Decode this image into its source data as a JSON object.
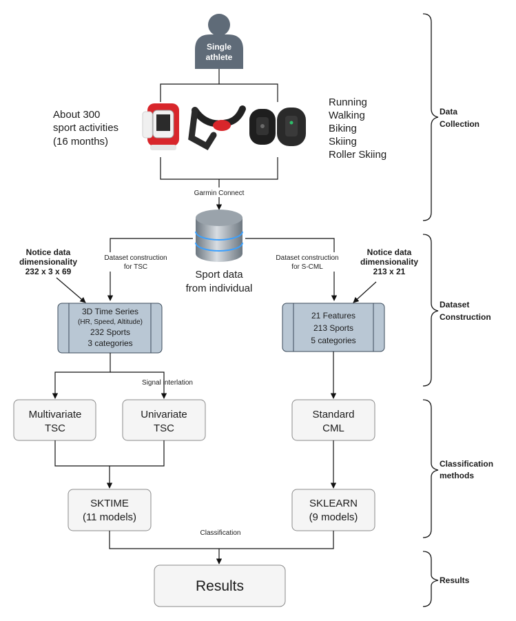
{
  "athlete": {
    "line1": "Single",
    "line2": "athlete"
  },
  "activities_note": [
    "About 300",
    "sport activities",
    "(16 months)"
  ],
  "sports_list": [
    "Running",
    "Walking",
    "Biking",
    "Skiing",
    "Roller Skiing"
  ],
  "garmin_label": "Garmin Connect",
  "database_label": [
    "Sport data",
    "from individual"
  ],
  "left_branch": {
    "construction_label": [
      "Dataset construction",
      "for TSC"
    ],
    "notice": [
      "Notice data",
      "dimensionality",
      "232 x 3 x 69"
    ],
    "dataset_box": [
      "3D Time Series",
      "(HR, Speed, Altitude)",
      "232 Sports",
      "3 categories"
    ],
    "interlation_label": "Signal interlation",
    "multivariate": [
      "Multivariate",
      "TSC"
    ],
    "univariate": [
      "Univariate",
      "TSC"
    ],
    "library": [
      "SKTIME",
      "(11 models)"
    ]
  },
  "right_branch": {
    "construction_label": [
      "Dataset construction",
      "for S-CML"
    ],
    "notice": [
      "Notice data",
      "dimensionality",
      "213 x 21"
    ],
    "dataset_box": [
      "21 Features",
      "213 Sports",
      "5 categories"
    ],
    "standard": [
      "Standard",
      "CML"
    ],
    "library": [
      "SKLEARN",
      "(9 models)"
    ]
  },
  "classification_label": "Classification",
  "results_label": "Results",
  "phases": {
    "data_collection": [
      "Data",
      "Collection"
    ],
    "dataset_construction": [
      "Dataset",
      "Construction"
    ],
    "classification_methods": [
      "Classification",
      "methods"
    ],
    "results": [
      "Results"
    ]
  },
  "device_icons": [
    "watch-red-icon",
    "chest-strap-icon",
    "fitness-band-icon"
  ],
  "colors": {
    "athlete_fill": "#5f6b78",
    "dataset_box_fill": "#b9c7d4",
    "method_box_fill": "#f5f5f5"
  }
}
